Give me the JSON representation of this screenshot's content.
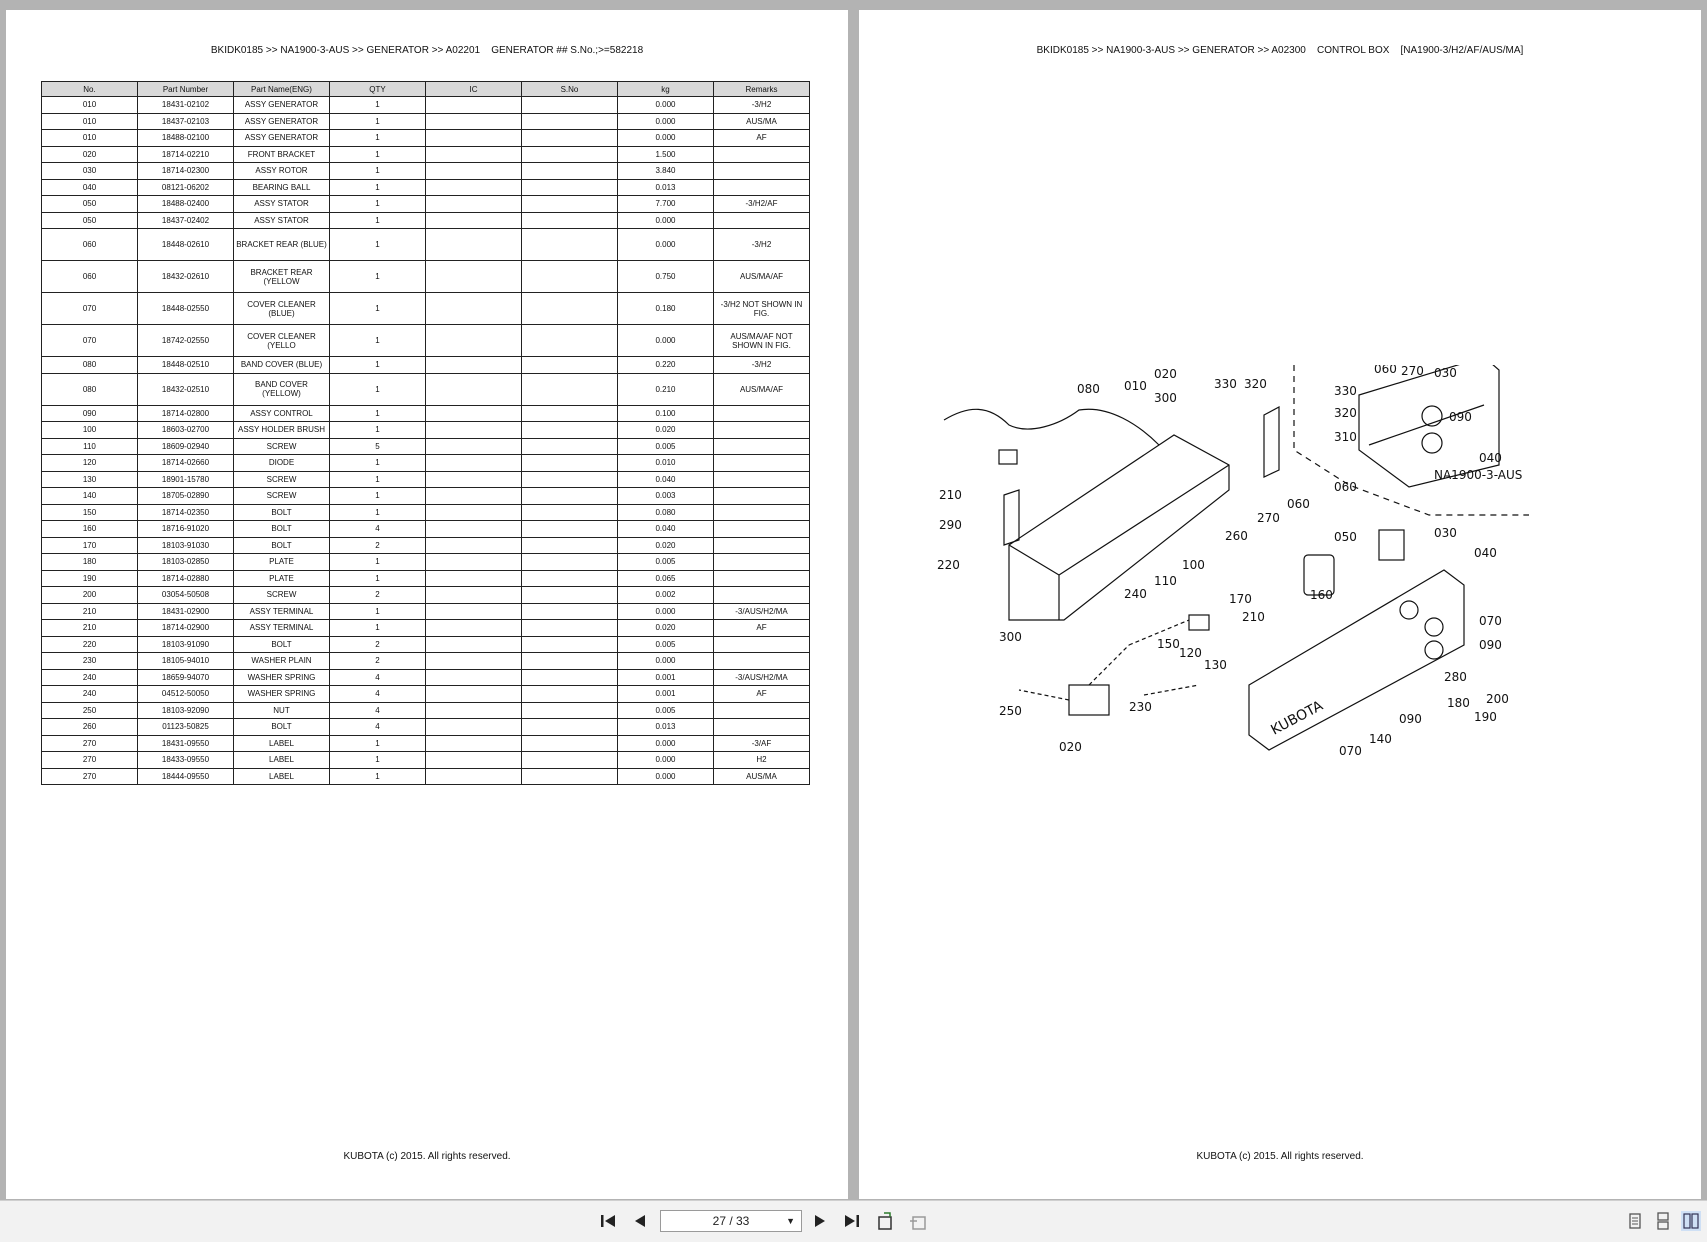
{
  "left_page": {
    "header": "BKIDK0185 >> NA1900-3-AUS >> GENERATOR >> A02201    GENERATOR ## S.No.;>=582218",
    "footer": "KUBOTA (c) 2015. All rights reserved.",
    "columns": [
      "No.",
      "Part Number",
      "Part Name(ENG)",
      "QTY",
      "IC",
      "S.No",
      "kg",
      "Remarks"
    ],
    "rows": [
      [
        "010",
        "18431-02102",
        "ASSY GENERATOR",
        "1",
        "",
        "",
        "0.000",
        "-3/H2"
      ],
      [
        "010",
        "18437-02103",
        "ASSY GENERATOR",
        "1",
        "",
        "",
        "0.000",
        "AUS/MA"
      ],
      [
        "010",
        "18488-02100",
        "ASSY GENERATOR",
        "1",
        "",
        "",
        "0.000",
        "AF"
      ],
      [
        "020",
        "18714-02210",
        "FRONT BRACKET",
        "1",
        "",
        "",
        "1.500",
        ""
      ],
      [
        "030",
        "18714-02300",
        "ASSY ROTOR",
        "1",
        "",
        "",
        "3.840",
        ""
      ],
      [
        "040",
        "08121-06202",
        "BEARING BALL",
        "1",
        "",
        "",
        "0.013",
        ""
      ],
      [
        "050",
        "18488-02400",
        "ASSY STATOR",
        "1",
        "",
        "",
        "7.700",
        "-3/H2/AF"
      ],
      [
        "050",
        "18437-02402",
        "ASSY STATOR",
        "1",
        "",
        "",
        "0.000",
        ""
      ],
      [
        "060",
        "18448-02610",
        "BRACKET REAR (BLUE)",
        "1",
        "",
        "",
        "0.000",
        "-3/H2"
      ],
      [
        "060",
        "18432-02610",
        "BRACKET REAR (YELLOW",
        "1",
        "",
        "",
        "0.750",
        "AUS/MA/AF"
      ],
      [
        "070",
        "18448-02550",
        "COVER CLEANER (BLUE)",
        "1",
        "",
        "",
        "0.180",
        "-3/H2 NOT SHOWN IN FIG."
      ],
      [
        "070",
        "18742-02550",
        "COVER CLEANER (YELLO",
        "1",
        "",
        "",
        "0.000",
        "AUS/MA/AF NOT SHOWN IN FIG."
      ],
      [
        "080",
        "18448-02510",
        "BAND COVER (BLUE)",
        "1",
        "",
        "",
        "0.220",
        "-3/H2"
      ],
      [
        "080",
        "18432-02510",
        "BAND COVER (YELLOW)",
        "1",
        "",
        "",
        "0.210",
        "AUS/MA/AF"
      ],
      [
        "090",
        "18714-02800",
        "ASSY CONTROL",
        "1",
        "",
        "",
        "0.100",
        ""
      ],
      [
        "100",
        "18603-02700",
        "ASSY HOLDER BRUSH",
        "1",
        "",
        "",
        "0.020",
        ""
      ],
      [
        "110",
        "18609-02940",
        "SCREW",
        "5",
        "",
        "",
        "0.005",
        ""
      ],
      [
        "120",
        "18714-02660",
        "DIODE",
        "1",
        "",
        "",
        "0.010",
        ""
      ],
      [
        "130",
        "18901-15780",
        "SCREW",
        "1",
        "",
        "",
        "0.040",
        ""
      ],
      [
        "140",
        "18705-02890",
        "SCREW",
        "1",
        "",
        "",
        "0.003",
        ""
      ],
      [
        "150",
        "18714-02350",
        "BOLT",
        "1",
        "",
        "",
        "0.080",
        ""
      ],
      [
        "160",
        "18716-91020",
        "BOLT",
        "4",
        "",
        "",
        "0.040",
        ""
      ],
      [
        "170",
        "18103-91030",
        "BOLT",
        "2",
        "",
        "",
        "0.020",
        ""
      ],
      [
        "180",
        "18103-02850",
        "PLATE",
        "1",
        "",
        "",
        "0.005",
        ""
      ],
      [
        "190",
        "18714-02880",
        "PLATE",
        "1",
        "",
        "",
        "0.065",
        ""
      ],
      [
        "200",
        "03054-50508",
        "SCREW",
        "2",
        "",
        "",
        "0.002",
        ""
      ],
      [
        "210",
        "18431-02900",
        "ASSY TERMINAL",
        "1",
        "",
        "",
        "0.000",
        "-3/AUS/H2/MA"
      ],
      [
        "210",
        "18714-02900",
        "ASSY TERMINAL",
        "1",
        "",
        "",
        "0.020",
        "AF"
      ],
      [
        "220",
        "18103-91090",
        "BOLT",
        "2",
        "",
        "",
        "0.005",
        ""
      ],
      [
        "230",
        "18105-94010",
        "WASHER PLAIN",
        "2",
        "",
        "",
        "0.000",
        ""
      ],
      [
        "240",
        "18659-94070",
        "WASHER SPRING",
        "4",
        "",
        "",
        "0.001",
        "-3/AUS/H2/MA"
      ],
      [
        "240",
        "04512-50050",
        "WASHER SPRING",
        "4",
        "",
        "",
        "0.001",
        "AF"
      ],
      [
        "250",
        "18103-92090",
        "NUT",
        "4",
        "",
        "",
        "0.005",
        ""
      ],
      [
        "260",
        "01123-50825",
        "BOLT",
        "4",
        "",
        "",
        "0.013",
        ""
      ],
      [
        "270",
        "18431-09550",
        "LABEL",
        "1",
        "",
        "",
        "0.000",
        "-3/AF"
      ],
      [
        "270",
        "18433-09550",
        "LABEL",
        "1",
        "",
        "",
        "0.000",
        "H2"
      ],
      [
        "270",
        "18444-09550",
        "LABEL",
        "1",
        "",
        "",
        "0.000",
        "AUS/MA"
      ]
    ]
  },
  "right_page": {
    "header": "BKIDK0185 >> NA1900-3-AUS >> GENERATOR >> A02300    CONTROL BOX    [NA1900-3/H2/AF/AUS/MA]",
    "footer": "KUBOTA (c) 2015. All rights reserved.",
    "diagram": {
      "inset_label": "NA1900-3-AUS",
      "brand": "KUBOTA",
      "callouts": [
        "010",
        "020",
        "030",
        "040",
        "060",
        "070",
        "080",
        "090",
        "100",
        "110",
        "120",
        "130",
        "140",
        "150",
        "160",
        "170",
        "180",
        "190",
        "200",
        "210",
        "220",
        "230",
        "240",
        "250",
        "260",
        "270",
        "280",
        "290",
        "300",
        "310",
        "320",
        "330"
      ]
    }
  },
  "toolbar": {
    "page_indicator": "27 / 33",
    "icons": [
      "first-page-icon",
      "previous-page-icon",
      "next-page-icon",
      "last-page-icon",
      "rotate-icon",
      "export-icon",
      "single-page-icon",
      "continuous-icon",
      "two-page-icon"
    ]
  }
}
